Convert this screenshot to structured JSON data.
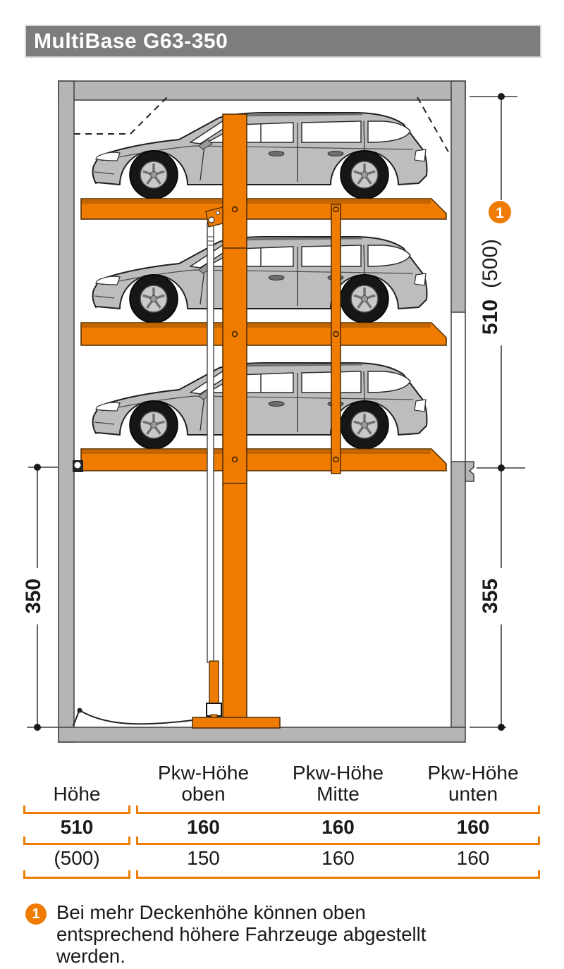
{
  "title": "MultiBase G63-350",
  "colors": {
    "orange": "#ef7c00",
    "orange_dark": "#c26400",
    "wall_gray": "#b5b5b5",
    "car_gray": "#bdbdbd",
    "titlebar_gray": "#7d7d7d"
  },
  "diagram": {
    "marker1": "1",
    "dims": {
      "right_total_bold": "510",
      "right_total_paren": "(500)",
      "right_lower": "355",
      "left_lower": "350"
    }
  },
  "table": {
    "header": {
      "col1": "Höhe",
      "col2_top": "Pkw-Höhe",
      "col2_bot": "oben",
      "col3_top": "Pkw-Höhe",
      "col3_bot": "Mitte",
      "col4_top": "Pkw-Höhe",
      "col4_bot": "unten"
    },
    "rows": [
      {
        "c1": "510",
        "c2": "160",
        "c3": "160",
        "c4": "160"
      },
      {
        "c1": "(500)",
        "c2": "150",
        "c3": "160",
        "c4": "160"
      }
    ]
  },
  "footnote": {
    "marker": "1",
    "text": "Bei mehr Deckenhöhe können oben entsprechend höhere Fahrzeuge abgestellt werden."
  }
}
